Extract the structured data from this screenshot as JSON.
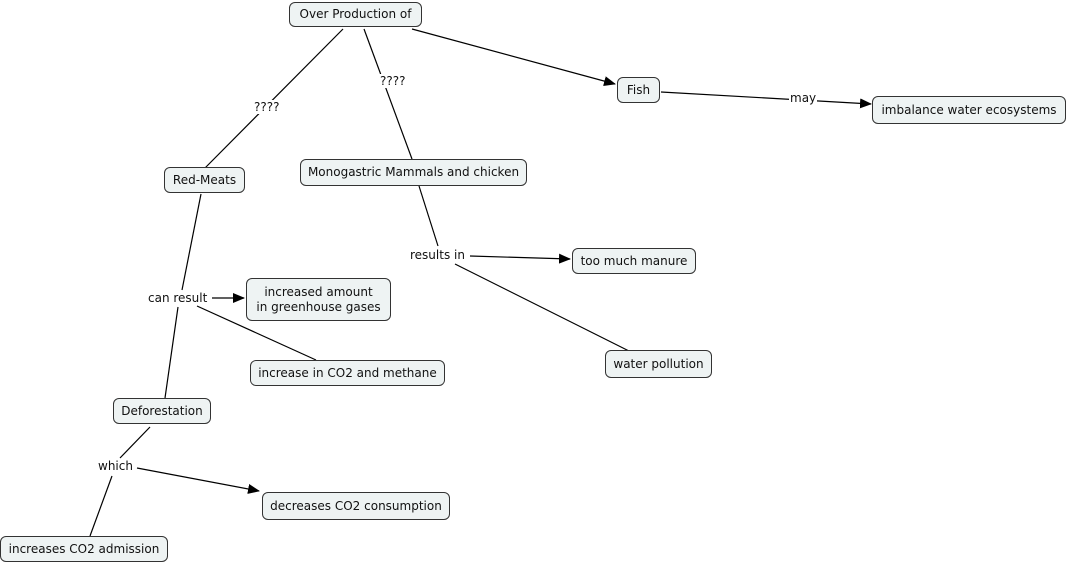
{
  "concept_map": {
    "nodes": {
      "over_production": "Over Production of",
      "fish": "Fish",
      "imbalance": "imbalance water ecosystems",
      "red_meats": "Red-Meats",
      "monogastric": "Monogastric Mammals and chicken",
      "manure": "too much manure",
      "water_pollution": "water pollution",
      "greenhouse": "increased amount\nin greenhouse gases",
      "co2_methane": "increase in CO2 and methane",
      "deforestation": "Deforestation",
      "decreases_co2": "decreases CO2 consumption",
      "increases_co2": "increases CO2 admission"
    },
    "links": {
      "q1": "????",
      "q2": "????",
      "may": "may",
      "results_in": "results in",
      "can_result": "can result",
      "which": "which"
    }
  },
  "colors": {
    "node_fill": "#eef3f3",
    "node_border": "#333333",
    "line": "#000000"
  }
}
